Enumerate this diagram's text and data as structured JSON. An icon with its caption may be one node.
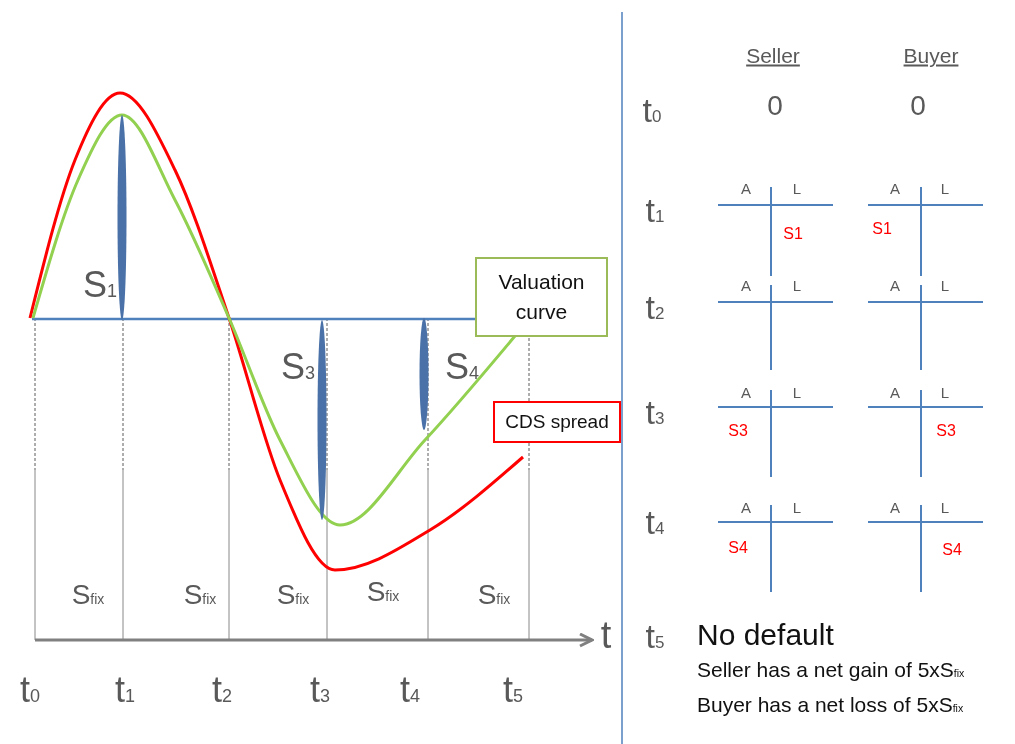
{
  "diagram": {
    "nodes": [
      {
        "text": [
          "Valuation curve"
        ]
      },
      {
        "text": [
          "CDS spread"
        ]
      }
    ],
    "labels": [
      "S$_{1}$",
      "S$_{3}$",
      "S$_{4}$",
      "S$_{fix}$",
      "S$_{fix}$",
      "S$_{fix}$",
      "S$_{fix}$",
      "S$_{fix}$",
      "t",
      "t$_{0}$",
      "t$_{1}$",
      "t$_{2}$",
      "t$_{3}$",
      "t$_{4}$",
      "t$_{5}$",
      "Seller",
      "Buyer",
      "t$_{0}$",
      "0",
      "0",
      "t$_{1}$",
      "A",
      "L",
      "A",
      "L",
      "S1",
      "S1",
      "t$_{2}$",
      "A",
      "L",
      "A",
      "L",
      "t$_{3}$",
      "A",
      "L",
      "A",
      "L",
      "S3",
      "S3",
      "t$_{4}$",
      "A",
      "L",
      "A",
      "L",
      "S4",
      "S4",
      "t$_{5}$",
      "No default",
      "Seller has a net gain of 5xS$_{fix}$",
      "Buyer has a net loss of 5xS$_{fix}$"
    ]
  }
}
